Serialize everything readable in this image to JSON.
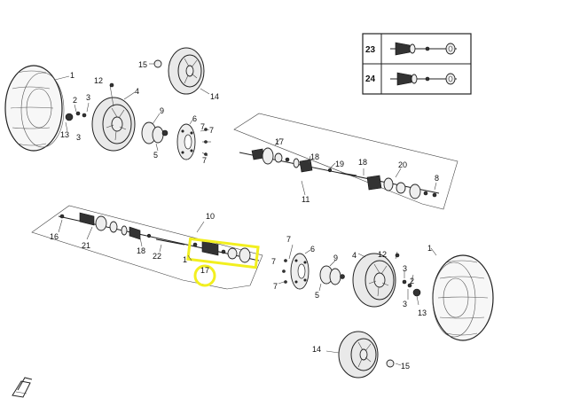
{
  "callouts": {
    "c1_left": "1",
    "c2_left": "2",
    "c3_left_a": "3",
    "c3_left_b": "3",
    "c4_left": "4",
    "c5_left": "5",
    "c6_left": "6",
    "c7_left_a": "7",
    "c7_left_b": "7",
    "c7_left_c": "7",
    "c8": "8",
    "c9_left": "9",
    "c10": "10",
    "c11": "11",
    "c12_left": "12",
    "c13_left": "13",
    "c14_top": "14",
    "c15_top": "15",
    "c16": "16",
    "c17_top": "17",
    "c17_bottom": "17",
    "c18_a": "18",
    "c18_b": "18",
    "c19": "19",
    "c20": "20",
    "c21": "21",
    "c22": "22",
    "c1_right": "1",
    "c2_right": "2",
    "c3_right_a": "3",
    "c3_right_b": "3",
    "c4_right": "4",
    "c5_right": "5",
    "c6_right": "6",
    "c7_right_a": "7",
    "c7_right_b": "7",
    "c7_right_c": "7",
    "c9_right": "9",
    "c12_right": "12",
    "c13_right": "13",
    "c14_bottom": "14",
    "c15_bottom": "15"
  },
  "legend_panel": {
    "row1_number": "23",
    "row2_number": "24"
  },
  "highlight_color": "#f2ef1f",
  "icons": {
    "corner_arrow": "front-direction-arrow-icon"
  }
}
